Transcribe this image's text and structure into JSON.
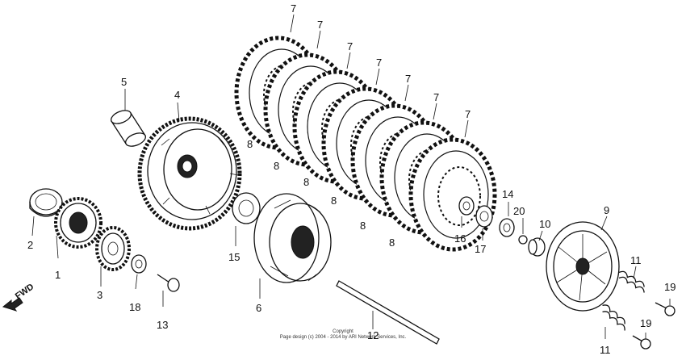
{
  "labels": {
    "p1": "1",
    "p2": "2",
    "p3": "3",
    "p4": "4",
    "p5": "5",
    "p6": "6",
    "p7a": "7",
    "p7b": "7",
    "p7c": "7",
    "p7d": "7",
    "p7e": "7",
    "p7f": "7",
    "p7g": "7",
    "p8a": "8",
    "p8b": "8",
    "p8c": "8",
    "p8d": "8",
    "p8e": "8",
    "p8f": "8",
    "p9": "9",
    "p10": "10",
    "p11a": "11",
    "p11b": "11",
    "p12": "12",
    "p13": "13",
    "p14": "14",
    "p15": "15",
    "p16": "16",
    "p17": "17",
    "p18": "18",
    "p19a": "19",
    "p19b": "19",
    "p20": "20"
  },
  "fwd_label": "FWD",
  "copyright": {
    "line1": "Copyright",
    "line2": "Page design (c) 2004 - 2014 by ARI Network Services, Inc."
  }
}
